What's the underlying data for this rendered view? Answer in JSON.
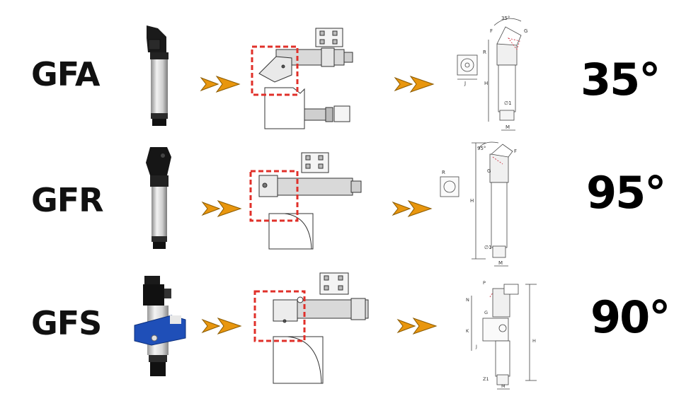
{
  "rows": [
    {
      "model": "GFA",
      "angle": "35°"
    },
    {
      "model": "GFR",
      "angle": "95°"
    },
    {
      "model": "GFS",
      "angle": "90°"
    }
  ],
  "drawing_labels": {
    "gfa": {
      "angle": "35°",
      "f": "F",
      "g": "G",
      "r": "R",
      "h": "H",
      "j": "J",
      "m": "M",
      "phi": "∅1"
    },
    "gfr": {
      "angle": "95°",
      "f": "F",
      "g": "G",
      "r": "R",
      "h": "H",
      "m": "M",
      "phi": "∅1"
    },
    "gfs": {
      "p": "P",
      "n": "N",
      "g": "G",
      "k": "K",
      "j": "J",
      "h": "H",
      "e1": "Z1",
      "m": "M"
    }
  },
  "colors": {
    "arrow": "#e8960e",
    "arrow_outline": "#8a5a00",
    "highlight_box": "#e0302a",
    "body_aluminium": "#c9c9c9",
    "blue_bracket": "#1f4fb8"
  }
}
